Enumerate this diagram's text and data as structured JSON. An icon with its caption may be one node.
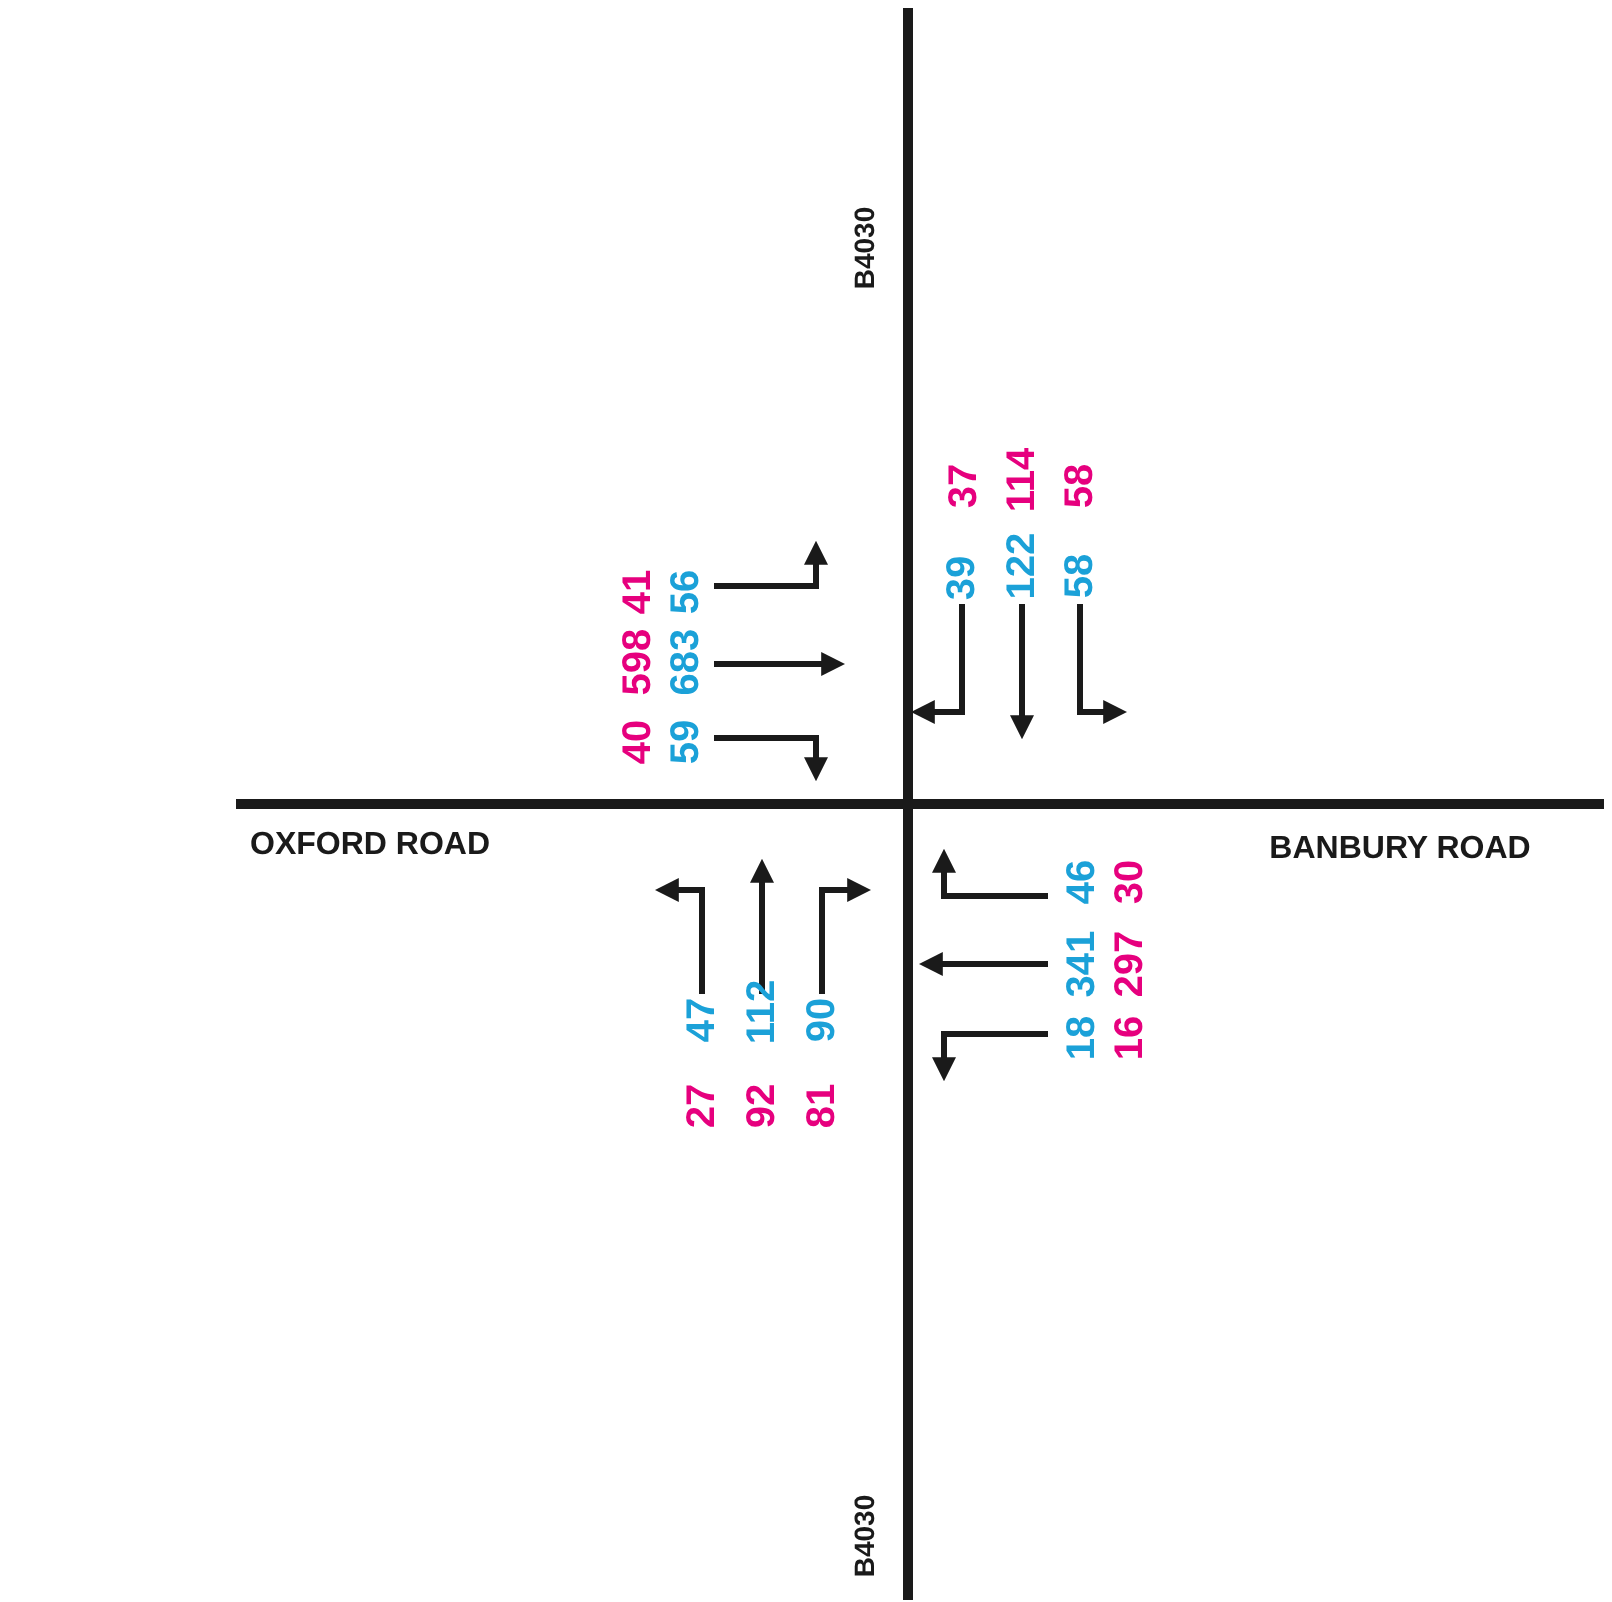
{
  "diagram": {
    "labels": [
      "B4030",
      "37",
      "114",
      "58",
      "41",
      "56",
      "39",
      "122",
      "58",
      "598",
      "683",
      "40",
      "59",
      "OXFORD ROAD",
      "BANBURY ROAD",
      "46",
      "30",
      "341",
      "297",
      "47",
      "112",
      "90",
      "18",
      "16",
      "27",
      "92",
      "81",
      "B4030"
    ]
  }
}
